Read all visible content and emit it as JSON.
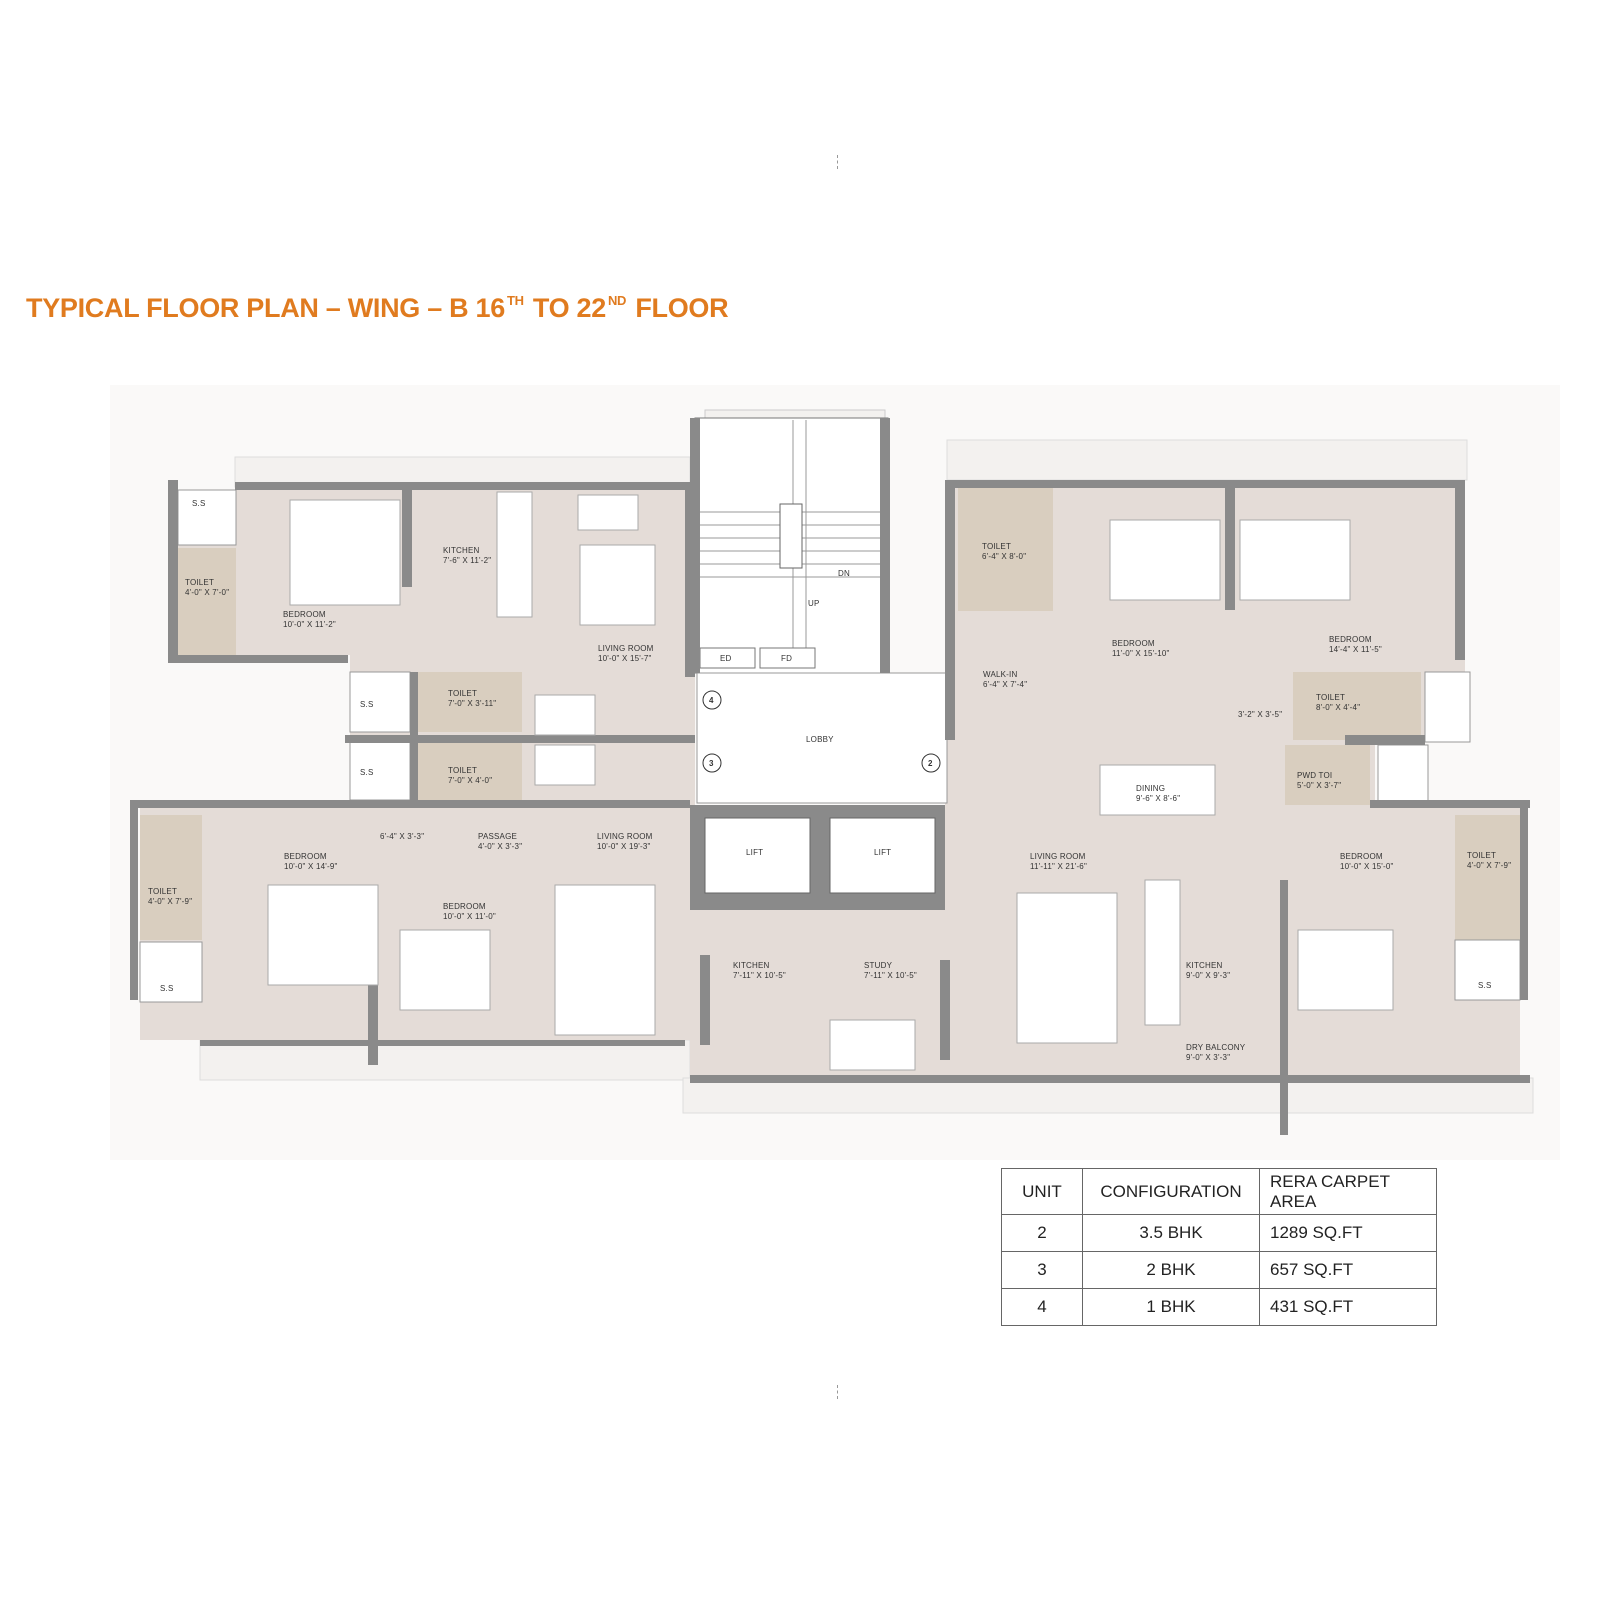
{
  "title": {
    "prefix": "TYPICAL FLOOR PLAN – WING – B 16",
    "sup1": "TH",
    "mid": " TO 22",
    "sup2": "ND",
    "suffix": " FLOOR",
    "color": "#e07b1f"
  },
  "core": {
    "lobby": "LOBBY",
    "lift1": "LIFT",
    "lift2": "LIFT",
    "stair_up": "UP",
    "stair_dn": "DN",
    "ed": "ED",
    "fd": "FD",
    "unit_markers": [
      "4",
      "3",
      "2"
    ]
  },
  "unit4": {
    "bedroom": {
      "name": "BEDROOM",
      "size": "10'-0\" X 11'-2\""
    },
    "toilet": {
      "name": "TOILET",
      "size": "4'-0\" X 7'-0\""
    },
    "ss": "S.S",
    "kitchen": {
      "name": "KITCHEN",
      "size": "7'-6\" X 11'-2\""
    },
    "living": {
      "name": "LIVING ROOM",
      "size": "10'-0\" X 15'-7\""
    },
    "toilet2": {
      "name": "TOILET",
      "size": "7'-0\" X 3'-11\""
    },
    "ss2": "S.S"
  },
  "unit3": {
    "toilet_a": {
      "name": "TOILET",
      "size": "7'-0\" X 4'-0\""
    },
    "ss_a": "S.S",
    "bedroom1": {
      "name": "BEDROOM",
      "size": "10'-0\" X 14'-9\""
    },
    "dress": {
      "size": "6'-4\" X 3'-3\""
    },
    "passage": {
      "name": "PASSAGE",
      "size": "4'-0\" X 3'-3\""
    },
    "living": {
      "name": "LIVING ROOM",
      "size": "10'-0\" X 19'-3\""
    },
    "toilet_b": {
      "name": "TOILET",
      "size": "4'-0\" X 7'-9\""
    },
    "ss_b": "S.S",
    "bedroom2": {
      "name": "BEDROOM",
      "size": "10'-0\" X 11'-0\""
    },
    "kitchen": {
      "name": "KITCHEN",
      "size": "7'-11\" X 10'-5\""
    }
  },
  "unit2": {
    "toilet1": {
      "name": "TOILET",
      "size": "6'-4\" X 8'-0\""
    },
    "walkin": {
      "name": "WALK-IN",
      "size": "6'-4\" X 7'-4\""
    },
    "bedroom1": {
      "name": "BEDROOM",
      "size": "11'-0\" X 15'-10\""
    },
    "bedroom2": {
      "name": "BEDROOM",
      "size": "14'-4\" X 11'-5\""
    },
    "toilet2": {
      "name": "TOILET",
      "size": "8'-0\" X 4'-4\""
    },
    "passage": {
      "size": "3'-2\" X 3'-5\""
    },
    "pwd": {
      "name": "PWD TOI",
      "size": "5'-0\" X 3'-7\""
    },
    "dining": {
      "name": "DINING",
      "size": "9'-6\" X 8'-6\""
    },
    "living": {
      "name": "LIVING ROOM",
      "size": "11'-11\" X 21'-6\""
    },
    "bedroom3": {
      "name": "BEDROOM",
      "size": "10'-0\" X 15'-0\""
    },
    "toilet3": {
      "name": "TOILET",
      "size": "4'-0\" X 7'-9\""
    },
    "ss": "S.S",
    "study": {
      "name": "STUDY",
      "size": "7'-11\" X 10'-5\""
    },
    "kitchen": {
      "name": "KITCHEN",
      "size": "9'-0\" X 9'-3\""
    },
    "dry_balcony": {
      "name": "DRY BALCONY",
      "size": "9'-0\" X 3'-3\""
    }
  },
  "area_table": {
    "headers": [
      "UNIT",
      "CONFIGURATION",
      "RERA  CARPET AREA"
    ],
    "rows": [
      {
        "unit": "2",
        "config": "3.5 BHK",
        "area": "1289 SQ.FT"
      },
      {
        "unit": "3",
        "config": "2 BHK",
        "area": "657 SQ.FT"
      },
      {
        "unit": "4",
        "config": "1 BHK",
        "area": "431 SQ.FT"
      }
    ]
  }
}
